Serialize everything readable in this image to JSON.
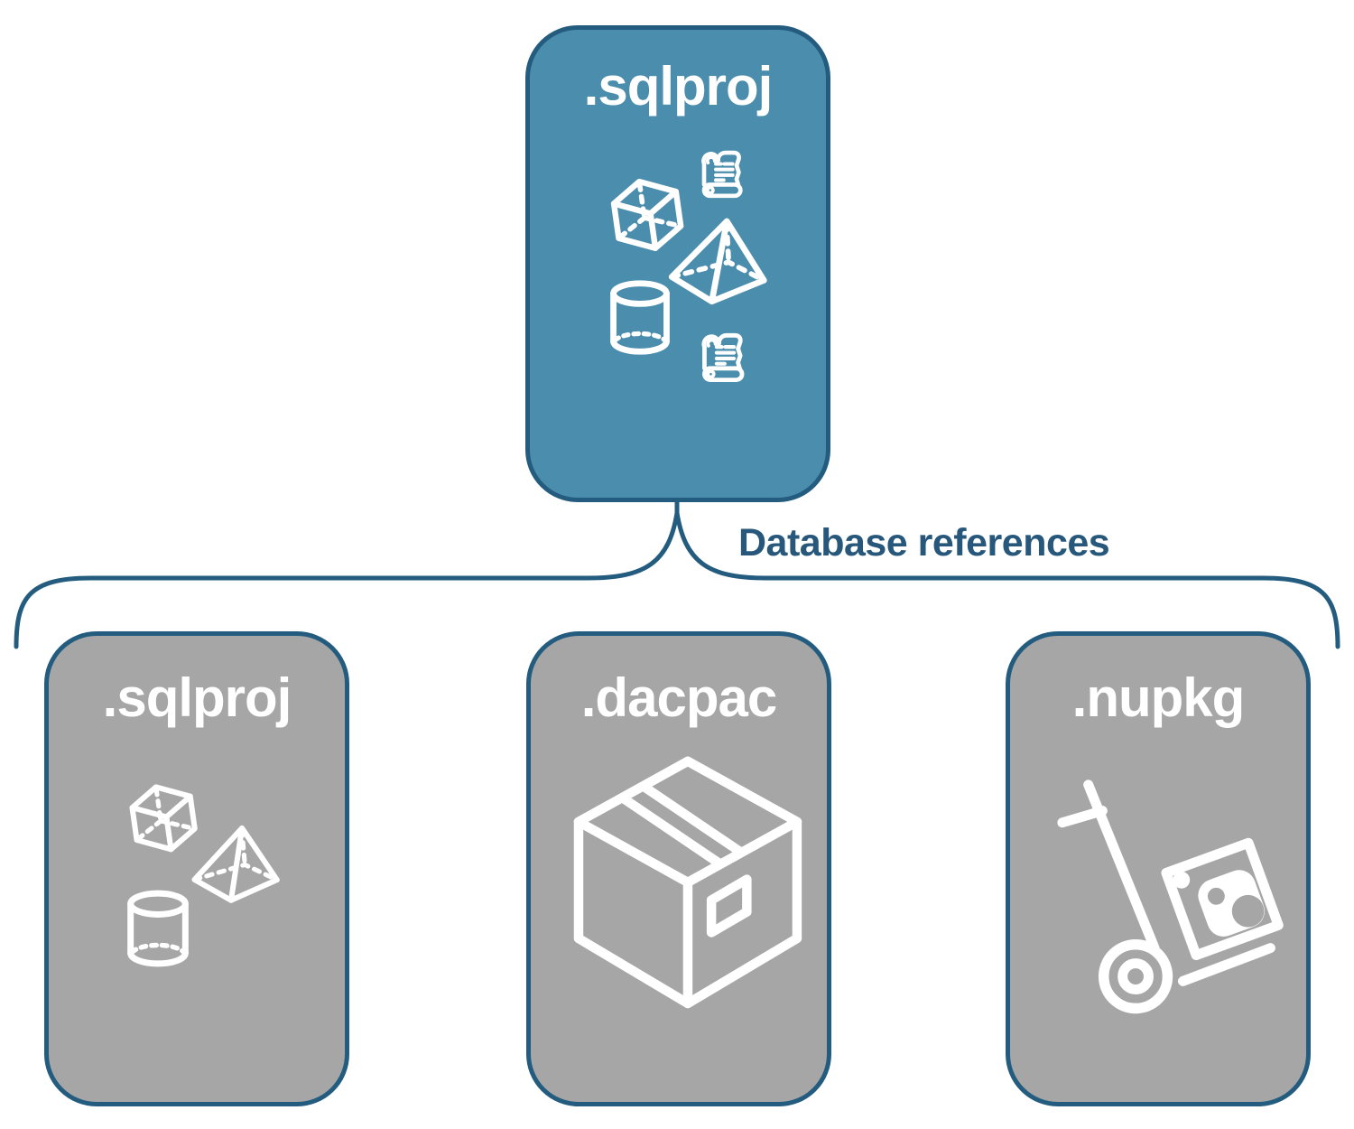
{
  "root_card": {
    "label": ".sqlproj",
    "icons": [
      "cube-icon",
      "script-scroll-icon",
      "pyramid-icon",
      "cylinder-icon",
      "script-scroll-icon"
    ]
  },
  "connector": {
    "label": "Database references"
  },
  "child_cards": [
    {
      "label": ".sqlproj",
      "icons": [
        "cube-icon",
        "pyramid-icon",
        "cylinder-icon"
      ]
    },
    {
      "label": ".dacpac",
      "icons": [
        "package-box-icon"
      ]
    },
    {
      "label": ".nupkg",
      "icons": [
        "nuget-hand-truck-icon"
      ]
    }
  ],
  "colors": {
    "root_fill": "#4A8DAD",
    "child_fill": "#A6A6A6",
    "outline": "#235C7E",
    "connector_text": "#27587B",
    "card_text": "#FFFFFF",
    "icon_stroke": "#FFFFFF",
    "background": "#FFFFFF"
  }
}
